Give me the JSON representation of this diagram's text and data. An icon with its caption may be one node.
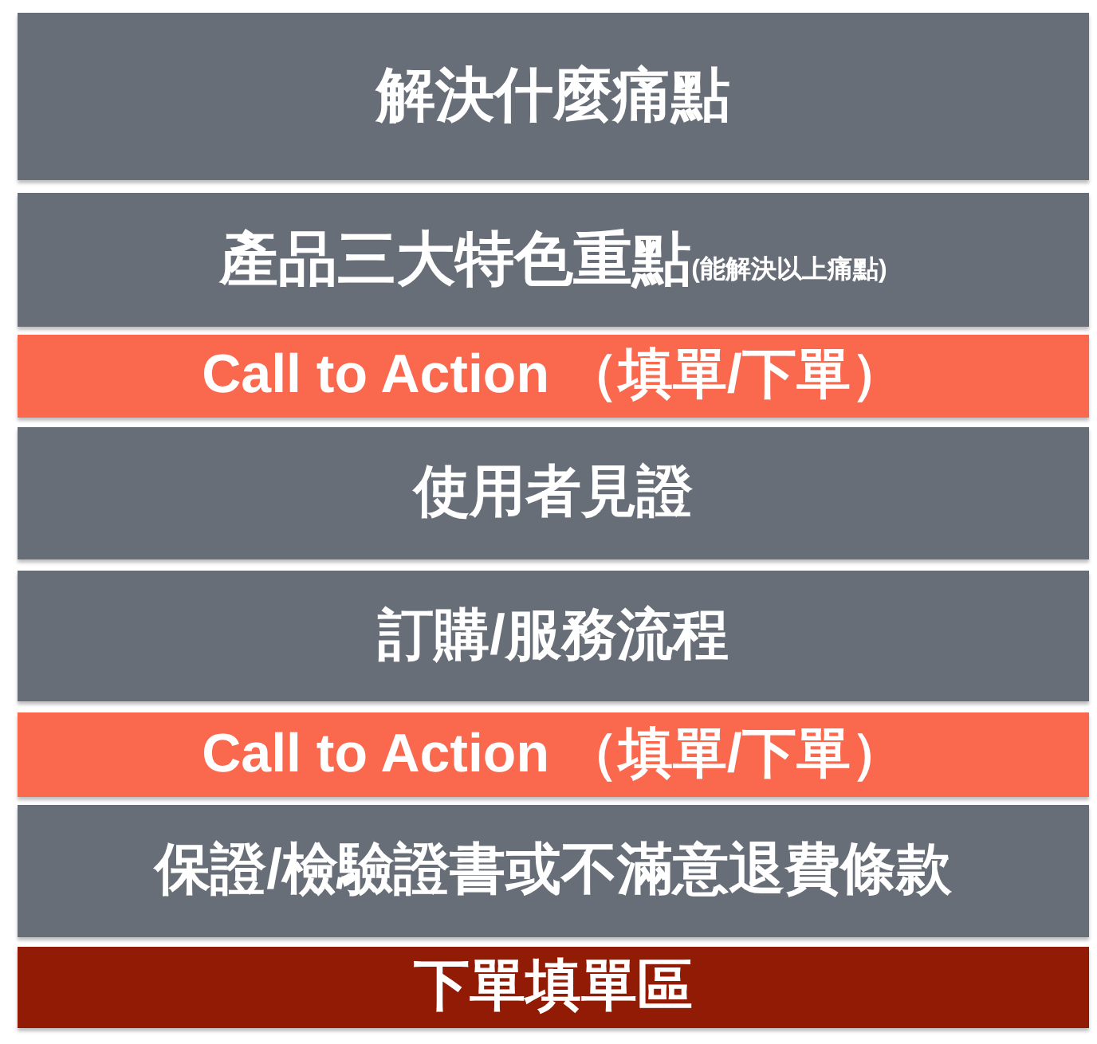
{
  "diagram": {
    "nodes": [
      {
        "text": [
          "解決什麼痛點"
        ]
      },
      {
        "text": [
          "產品三大特色重點",
          "(能解決以上痛點)"
        ]
      },
      {
        "text": [
          "Call to Action （填單/下單）"
        ]
      },
      {
        "text": [
          "使用者見證"
        ]
      },
      {
        "text": [
          "訂購/服務流程"
        ]
      },
      {
        "text": [
          "Call to Action （填單/下單）"
        ]
      },
      {
        "text": [
          "保證/檢驗證書或不滿意退費條款"
        ]
      },
      {
        "text": [
          "下單填單區"
        ]
      }
    ]
  }
}
